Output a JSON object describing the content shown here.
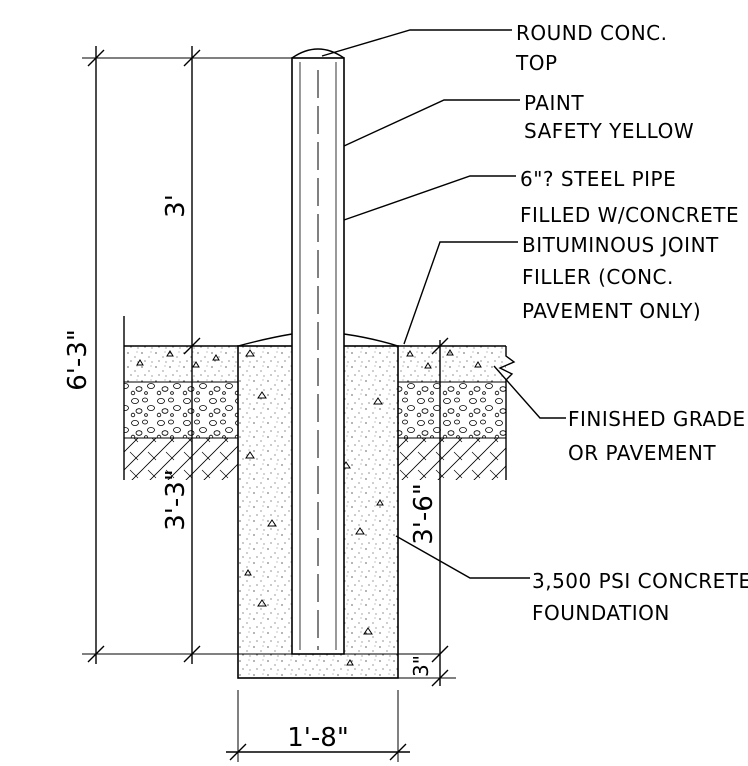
{
  "callouts": {
    "round_top_1": "ROUND CONC.",
    "round_top_2": "TOP",
    "paint_1": "PAINT",
    "paint_2": "SAFETY YELLOW",
    "pipe_1": "6\"? STEEL PIPE",
    "pipe_2": "FILLED W/CONCRETE",
    "joint_1": "BITUMINOUS JOINT",
    "joint_2": "FILLER (CONC.",
    "joint_3": "PAVEMENT ONLY)",
    "grade_1": "FINISHED GRADE",
    "grade_2": "OR PAVEMENT",
    "foundation_1": "3,500 PSI CONCRETE",
    "foundation_2": "FOUNDATION"
  },
  "dimensions": {
    "total_height": "6'-3\"",
    "above_grade": "3'",
    "below_grade": "3'-3\"",
    "footing_depth": "3'-6\"",
    "bottom_cover": "3\"",
    "footing_width": "1'-8\""
  }
}
